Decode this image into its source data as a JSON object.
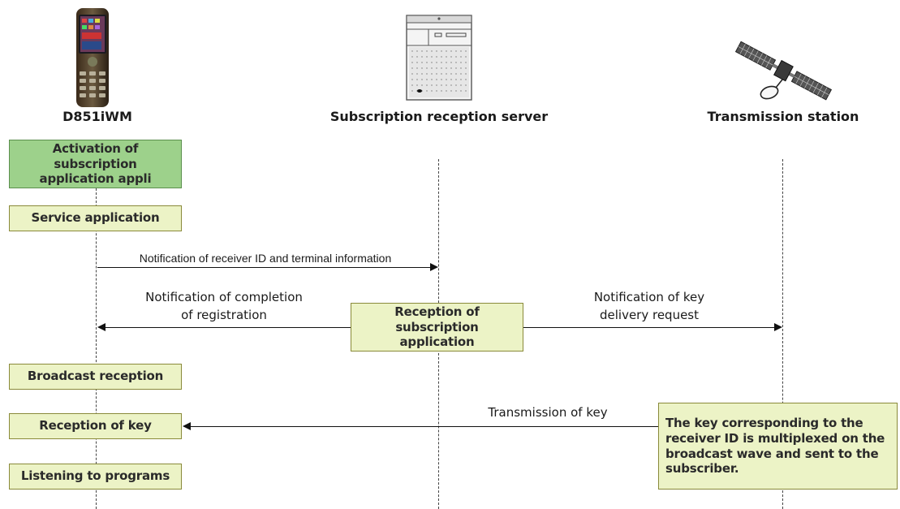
{
  "actors": {
    "phone": {
      "label": "D851iWM",
      "icon": "mobile-phone-icon"
    },
    "server": {
      "label": "Subscription reception server",
      "icon": "server-icon"
    },
    "station": {
      "label": "Transmission station",
      "icon": "satellite-icon"
    }
  },
  "steps": {
    "activation": "Activation of subscription application appli",
    "service_application": "Service application",
    "broadcast_reception": "Broadcast reception",
    "reception_of_key": "Reception of key",
    "listening": "Listening to programs",
    "reception_of_subscription": "Reception of subscription application",
    "key_note": "The key corresponding to the receiver ID is multiplexed on the broadcast wave and sent to the subscriber."
  },
  "messages": {
    "notify_receiver_id": "Notification of receiver ID and terminal information",
    "completion_line1": "Notification of completion",
    "completion_line2": "of registration",
    "key_request_line1": "Notification of key",
    "key_request_line2": "delivery request",
    "transmission_of_key": "Transmission of key"
  },
  "colors": {
    "box_fill": "#ecf3c6",
    "box_border": "#8a8a3a",
    "activation_fill": "#9dd18b"
  }
}
